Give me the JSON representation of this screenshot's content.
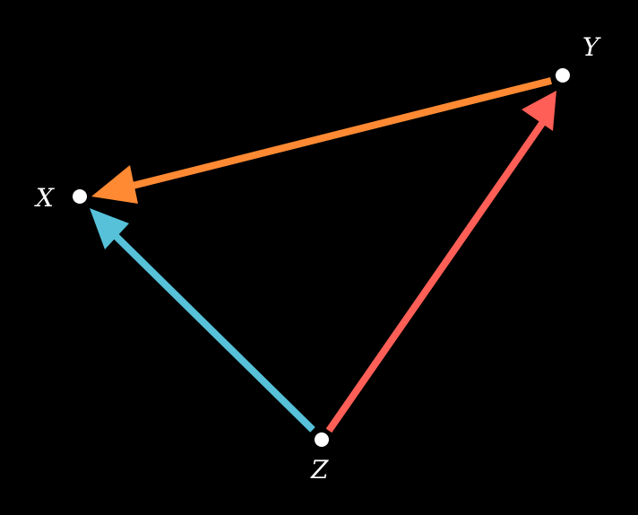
{
  "colors": {
    "background": "#000000",
    "node": "#ffffff",
    "edge_y_to_x": "#ff8a33",
    "edge_z_to_y": "#ff5f57",
    "edge_z_to_x": "#56c1d8"
  },
  "nodes": {
    "x": {
      "label": "X"
    },
    "y": {
      "label": "Y"
    },
    "z": {
      "label": "Z"
    }
  },
  "edges": [
    {
      "from": "Y",
      "to": "X",
      "color_key": "edge_y_to_x"
    },
    {
      "from": "Z",
      "to": "Y",
      "color_key": "edge_z_to_y"
    },
    {
      "from": "Z",
      "to": "X",
      "color_key": "edge_z_to_x"
    }
  ]
}
